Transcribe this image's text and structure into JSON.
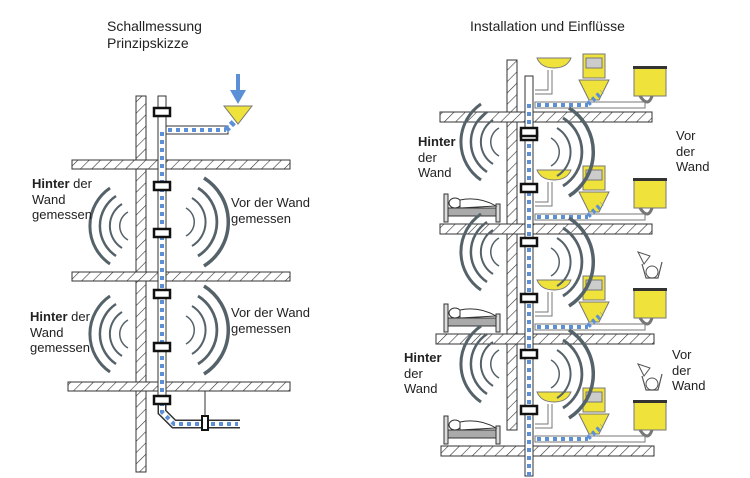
{
  "left_panel": {
    "title_line1": "Schallmessung",
    "title_line2": "Prinzipskizze",
    "labels": [
      {
        "bold": "Hinter",
        "rest": " der",
        "line2": "Wand",
        "line3": "gemessen"
      },
      {
        "line1": "Vor der Wand",
        "line2": "gemessen"
      },
      {
        "bold": "Hinter",
        "rest": " der",
        "line2": "Wand",
        "line3": "gemessen"
      },
      {
        "line1": "Vor der Wand",
        "line2": "gemessen"
      }
    ]
  },
  "right_panel": {
    "title": "Installation und Einflüsse",
    "labels": [
      {
        "bold": "Hinter",
        "line2": "der",
        "line3": "Wand"
      },
      {
        "line1": "Vor",
        "line2": "der",
        "line3": "Wand"
      },
      {
        "bold": "Hinter",
        "line2": "der",
        "line3": "Wand"
      },
      {
        "line1": "Vor",
        "line2": "der",
        "line3": "Wand"
      }
    ]
  },
  "colors": {
    "pipe_flow": "#5b8fd6",
    "fixture_yellow": "#efe23a",
    "wave": "#55626a",
    "hatch": "#333333"
  }
}
